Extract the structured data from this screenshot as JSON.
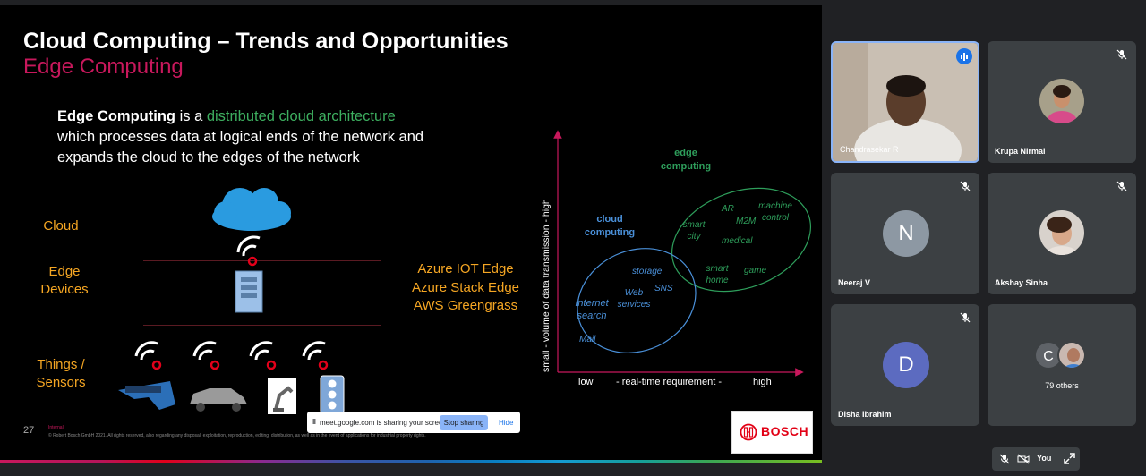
{
  "slide": {
    "title": "Cloud Computing – Trends and Opportunities",
    "subtitle": "Edge Computing",
    "definition": {
      "term": "Edge Computing",
      "part1": " is a ",
      "highlight": "distributed cloud architecture",
      "line2": "which processes data at logical ends of the network and",
      "line3": "expands the cloud to the edges of the network"
    },
    "layers": {
      "cloud": "Cloud",
      "edge_line1": "Edge",
      "edge_line2": "Devices",
      "things_line1": "Things /",
      "things_line2": "Sensors"
    },
    "edge_products": [
      "Azure IOT Edge",
      "Azure Stack Edge",
      "AWS Greengrass"
    ],
    "page_number": "27",
    "internal_label": "Internal",
    "copyright": "© Robert Bosch GmbH 2021. All rights reserved, also regarding any disposal, exploitation, reproduction, editing, distribution, as well as in the event of applications for industrial property rights.",
    "logo_text": "BOSCH"
  },
  "diagram": {
    "y_axis_label": "small  - volume of data transmission -  high",
    "x_low": "low",
    "x_label": "- real-time requirement -",
    "x_high": "high",
    "cloud_title_1": "cloud",
    "cloud_title_2": "computing",
    "edge_title_1": "edge",
    "edge_title_2": "computing",
    "cloud_items": {
      "storage": "storage",
      "web1": "Web",
      "web2": "services",
      "sns": "SNS",
      "internet1": "Internet",
      "internet2": "search",
      "mail": "Mail"
    },
    "edge_items": {
      "machine1": "machine",
      "machine2": "control",
      "ar": "AR",
      "m2m": "M2M",
      "smart_city1": "smart",
      "smart_city2": "city",
      "medical": "medical",
      "smart_home1": "smart",
      "smart_home2": "home",
      "game": "game"
    },
    "colors": {
      "cloud": "#4a90d9",
      "edge": "#2e9e5b",
      "axis": "#c8185c"
    }
  },
  "share_bar": {
    "message": "meet.google.com is sharing your screen.",
    "stop_label": "Stop sharing",
    "hide_label": "Hide"
  },
  "participants": [
    {
      "name": "Chandrasekar R"
    },
    {
      "name": "Krupa Nirmal"
    },
    {
      "name": "Neeraj V",
      "initial": "N",
      "color": "#8d98a3"
    },
    {
      "name": "Akshay Sinha"
    },
    {
      "name": "Disha Ibrahim",
      "initial": "D",
      "color": "#5c6bc0"
    }
  ],
  "others": {
    "initial": "C",
    "count_label": "79 others"
  },
  "self_view": {
    "label": "You"
  }
}
